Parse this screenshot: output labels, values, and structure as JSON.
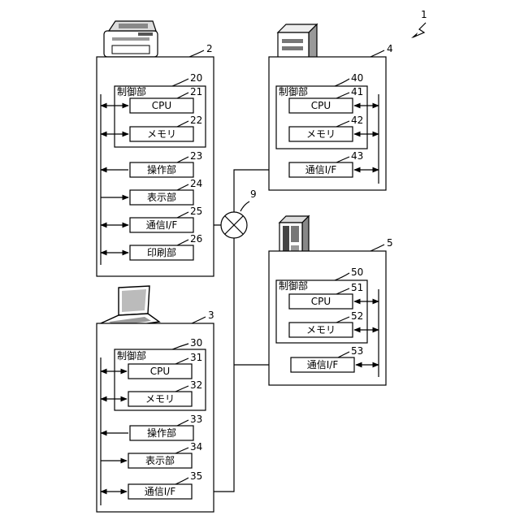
{
  "figure_ref": "1",
  "network_ref": "9",
  "devices": {
    "printer": {
      "ref": "2",
      "control": {
        "label": "制御部",
        "ref": "20",
        "cpu": {
          "label": "CPU",
          "ref": "21"
        },
        "memory": {
          "label": "メモリ",
          "ref": "22"
        }
      },
      "operation": {
        "label": "操作部",
        "ref": "23"
      },
      "display": {
        "label": "表示部",
        "ref": "24"
      },
      "comm": {
        "label": "通信I/F",
        "ref": "25"
      },
      "print": {
        "label": "印刷部",
        "ref": "26"
      }
    },
    "laptop": {
      "ref": "3",
      "control": {
        "label": "制御部",
        "ref": "30",
        "cpu": {
          "label": "CPU",
          "ref": "31"
        },
        "memory": {
          "label": "メモリ",
          "ref": "32"
        }
      },
      "operation": {
        "label": "操作部",
        "ref": "33"
      },
      "display": {
        "label": "表示部",
        "ref": "34"
      },
      "comm": {
        "label": "通信I/F",
        "ref": "35"
      }
    },
    "server_a": {
      "ref": "4",
      "control": {
        "label": "制御部",
        "ref": "40",
        "cpu": {
          "label": "CPU",
          "ref": "41"
        },
        "memory": {
          "label": "メモリ",
          "ref": "42"
        }
      },
      "comm": {
        "label": "通信I/F",
        "ref": "43"
      }
    },
    "server_b": {
      "ref": "5",
      "control": {
        "label": "制御部",
        "ref": "50",
        "cpu": {
          "label": "CPU",
          "ref": "51"
        },
        "memory": {
          "label": "メモリ",
          "ref": "52"
        }
      },
      "comm": {
        "label": "通信I/F",
        "ref": "53"
      }
    }
  }
}
